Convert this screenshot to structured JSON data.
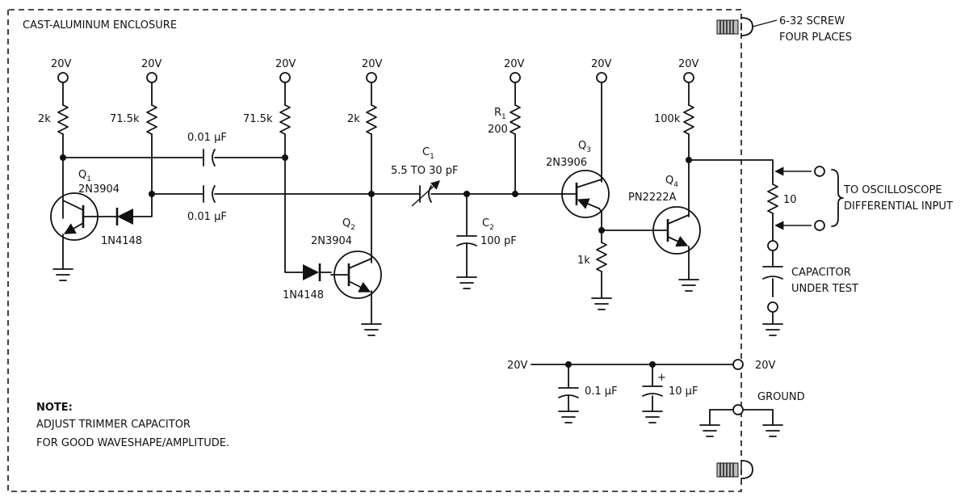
{
  "enclosure_label": "CAST-ALUMINUM ENCLOSURE",
  "screw_note": [
    "6-32 SCREW",
    "FOUR PLACES"
  ],
  "supply_label": "20V",
  "resistors": {
    "r_q1_collector": "2k",
    "r_bias_1": "71.5k",
    "r_bias_2": "71.5k",
    "r_q2_collector": "2k",
    "r1_ref": "R",
    "r1_sub": "1",
    "r1_value": "200",
    "r_q3_emitter": "1k",
    "r_q4_collector": "100k",
    "r_sense": "10"
  },
  "capacitors": {
    "c_cross_1": "0.01 µF",
    "c_cross_2": "0.01 µF",
    "c1_ref": "C",
    "c1_sub": "1",
    "c1_value": "5.5 TO 30 pF",
    "c2_ref": "C",
    "c2_sub": "2",
    "c2_value": "100 pF",
    "c_bypass_1": "0.1 µF",
    "c_bypass_2": "10 µF",
    "polarity_mark": "+"
  },
  "transistors": {
    "q1_ref": "Q",
    "q1_sub": "1",
    "q1_part": "2N3904",
    "q2_ref": "Q",
    "q2_sub": "2",
    "q2_part": "2N3904",
    "q3_ref": "Q",
    "q3_sub": "3",
    "q3_part": "2N3906",
    "q4_ref": "Q",
    "q4_sub": "4",
    "q4_part": "PN2222A"
  },
  "diodes": {
    "d1_part": "1N4148",
    "d2_part": "1N4148"
  },
  "outputs": {
    "scope_label": [
      "TO OSCILLOSCOPE",
      "DIFFERENTIAL INPUT"
    ],
    "dut_label": [
      "CAPACITOR",
      "UNDER TEST"
    ],
    "ground_label": "GROUND"
  },
  "note": {
    "title": "NOTE:",
    "lines": [
      "ADJUST TRIMMER CAPACITOR",
      "FOR GOOD WAVESHAPE/AMPLITUDE."
    ]
  }
}
